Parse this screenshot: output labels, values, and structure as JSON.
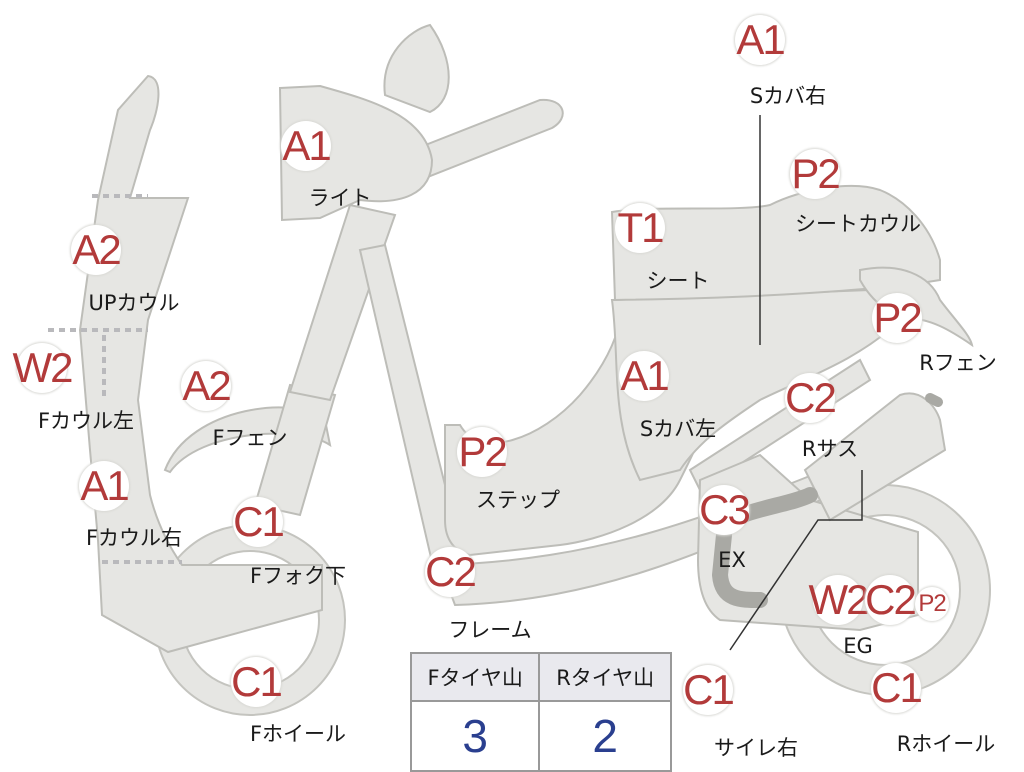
{
  "parts": [
    {
      "id": "s-cover-right",
      "code": "A1",
      "label": "Sカバ右"
    },
    {
      "id": "light",
      "code": "A1",
      "label": "ライト"
    },
    {
      "id": "seat-cowl",
      "code": "P2",
      "label": "シートカウル"
    },
    {
      "id": "up-cowl",
      "code": "A2",
      "label": "UPカウル"
    },
    {
      "id": "seat",
      "code": "T1",
      "label": "シート"
    },
    {
      "id": "r-fender",
      "code": "P2",
      "label": "Rフェン"
    },
    {
      "id": "f-cowl-left",
      "code": "W2",
      "label": "Fカウル左"
    },
    {
      "id": "f-fender",
      "code": "A2",
      "label": "Fフェン"
    },
    {
      "id": "s-cover-left",
      "code": "A1",
      "label": "Sカバ左"
    },
    {
      "id": "r-suspension",
      "code": "C2",
      "label": "Rサス"
    },
    {
      "id": "step",
      "code": "P2",
      "label": "ステップ"
    },
    {
      "id": "f-cowl-right",
      "code": "A1",
      "label": "Fカウル右"
    },
    {
      "id": "f-fork-lower",
      "code": "C1",
      "label": "Fフォク下"
    },
    {
      "id": "exhaust",
      "code": "C3",
      "label": "EX"
    },
    {
      "id": "frame",
      "code": "C2",
      "label": "フレーム"
    },
    {
      "id": "engine-w",
      "code": "W2",
      "label": "EG"
    },
    {
      "id": "engine-c",
      "code": "C2",
      "label": ""
    },
    {
      "id": "engine-p",
      "code": "P2",
      "label": ""
    },
    {
      "id": "f-wheel",
      "code": "C1",
      "label": "Fホイール"
    },
    {
      "id": "silencer-right",
      "code": "C1",
      "label": "サイレ右"
    },
    {
      "id": "r-wheel",
      "code": "C1",
      "label": "Rホイール"
    }
  ],
  "tire_table": {
    "headers": [
      "Fタイヤ山",
      "Rタイヤ山"
    ],
    "values": [
      "3",
      "2"
    ]
  },
  "colors": {
    "part_fill": "#e6e6e3",
    "badge_text": "#b23a3a",
    "table_value": "#2a3f8f"
  }
}
